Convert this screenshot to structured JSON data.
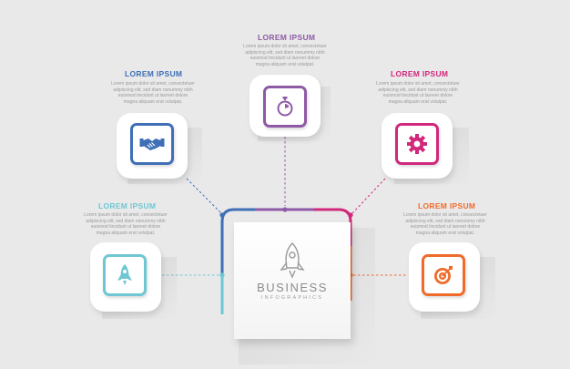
{
  "center": {
    "title": "BUSINESS",
    "subtitle": "INFOGRAPHICS"
  },
  "colors": {
    "purple": "#8e5aa5",
    "blue": "#3f6fb6",
    "teal": "#6fc7d3",
    "magenta": "#d1287c",
    "orange": "#f06b2a",
    "body_text": "#9a9a9a"
  },
  "items": [
    {
      "title": "LOREM IPSUM",
      "body": "Lorem ipsum dolor sit amet, consectetuer\nadipiscing elit, sed diam nonummy nibh\neuismod tincidunt ut laoreet dolore\nmagna aliquam erat volutpat.",
      "icon": "stopwatch-icon",
      "color": "#8e5aa5"
    },
    {
      "title": "LOREM IPSUM",
      "body": "Lorem ipsum dolor sit amet, consectetuer\nadipiscing elit, sed diam nonummy nibh\neuismod tincidunt ut laoreet dolore\nmagna aliquam erat volutpat.",
      "icon": "handshake-icon",
      "color": "#3f6fb6"
    },
    {
      "title": "LOREM IPSUM",
      "body": "Lorem ipsum dolor sit amet, consectetuer\nadipiscing elit, sed diam nonummy nibh\neuismod tincidunt ut laoreet dolore\nmagna aliquam erat volutpat.",
      "icon": "gear-icon",
      "color": "#d1287c"
    },
    {
      "title": "LOREM IPSUM",
      "body": "Lorem ipsum dolor sit amet, consectetuer\nadipiscing elit, sed diam nonummy nibh\neuismod tincidunt ut laoreet dolore\nmagna aliquam erat volutpat.",
      "icon": "rocket-icon",
      "color": "#6fc7d3"
    },
    {
      "title": "LOREM IPSUM",
      "body": "Lorem ipsum dolor sit amet, consectetuer\nadipiscing elit, sed diam nonummy nibh\neuismod tincidunt ut laoreet dolore\nmagna aliquam erat volutpat.",
      "icon": "target-icon",
      "color": "#f06b2a"
    }
  ]
}
